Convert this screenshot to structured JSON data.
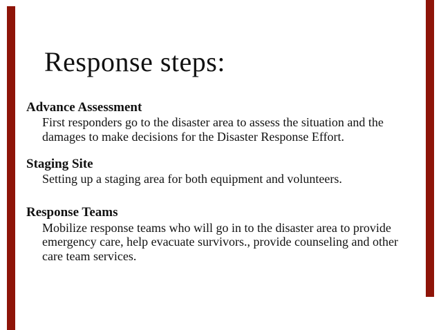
{
  "slide": {
    "title": "Response steps:",
    "sections": [
      {
        "heading": "Advance Assessment",
        "body": "First responders go to the disaster area to assess the situation and the damages to make decisions for the Disaster Response Effort."
      },
      {
        "heading": "Staging Site",
        "body": "Setting up a staging area for both equipment and volunteers."
      },
      {
        "heading": "Response Teams",
        "body": "Mobilize response teams who will go in to the disaster area to provide emergency care, help evacuate survivors., provide counseling and other care team services."
      }
    ],
    "colors": {
      "accent_bar": "#8e1408",
      "background": "#ffffff",
      "text": "#111111"
    }
  }
}
